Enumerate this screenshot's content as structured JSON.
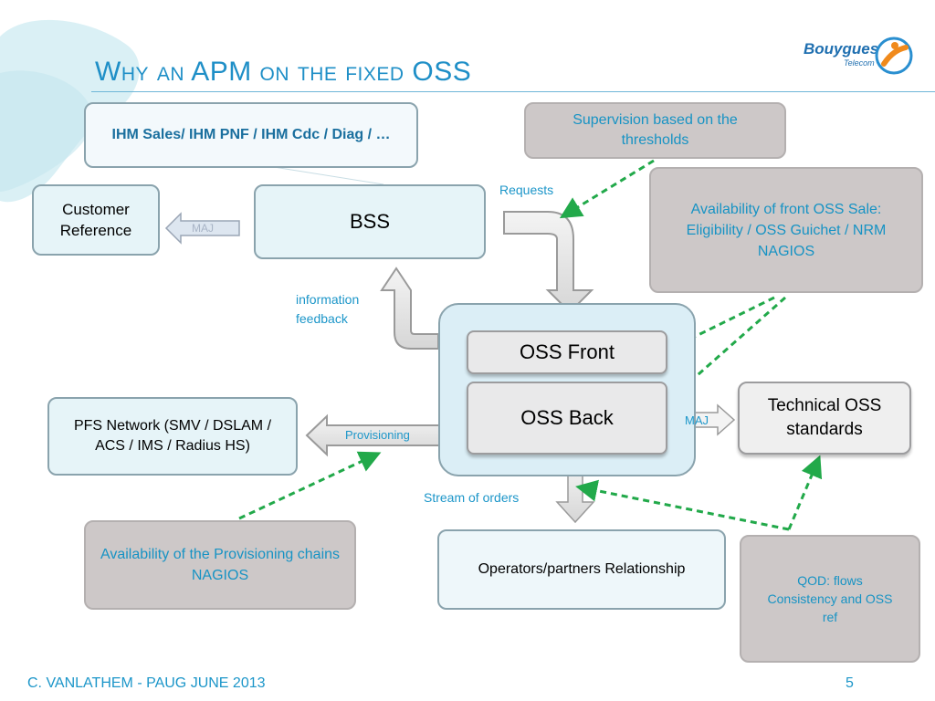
{
  "title": {
    "part1": "Why an",
    "part2": "APM",
    "part3": "on the fixed",
    "part4": "OSS"
  },
  "logo": {
    "brand": "Bouygues",
    "sub": "Telecom"
  },
  "boxes": {
    "ihm": "IHM Sales/ IHM PNF / IHM Cdc / Diag / …",
    "supervision": "Supervision based on the thresholds",
    "customer_ref": "Customer Reference",
    "bss": "BSS",
    "availability_front": "Availability of front OSS Sale: Eligibility / OSS Guichet / NRM NAGIOS",
    "oss_front": "OSS Front",
    "oss_back": "OSS Back",
    "pfs_network": "PFS Network (SMV / DSLAM / ACS / IMS / Radius HS)",
    "technical_oss": "Technical OSS standards",
    "availability_prov": "Availability of the Provisioning chains NAGIOS",
    "operators": "Operators/partners Relationship",
    "qod": "QOD: flows Consistency and OSS ref"
  },
  "labels": {
    "requests": "Requests",
    "info_feedback_1": "information",
    "info_feedback_2": "feedback",
    "maj_left": "MAJ",
    "maj_right": "MAJ",
    "provisioning": "Provisioning",
    "stream_orders": "Stream of orders"
  },
  "footer": {
    "author": "C. VANLATHEM - PAUG JUNE 2013",
    "page": "5"
  },
  "colors": {
    "accent": "#1c96c9",
    "dashed_arrow": "#22a94a",
    "gray_box": "#cdc8c8",
    "light_box": "#e6f4f8"
  }
}
